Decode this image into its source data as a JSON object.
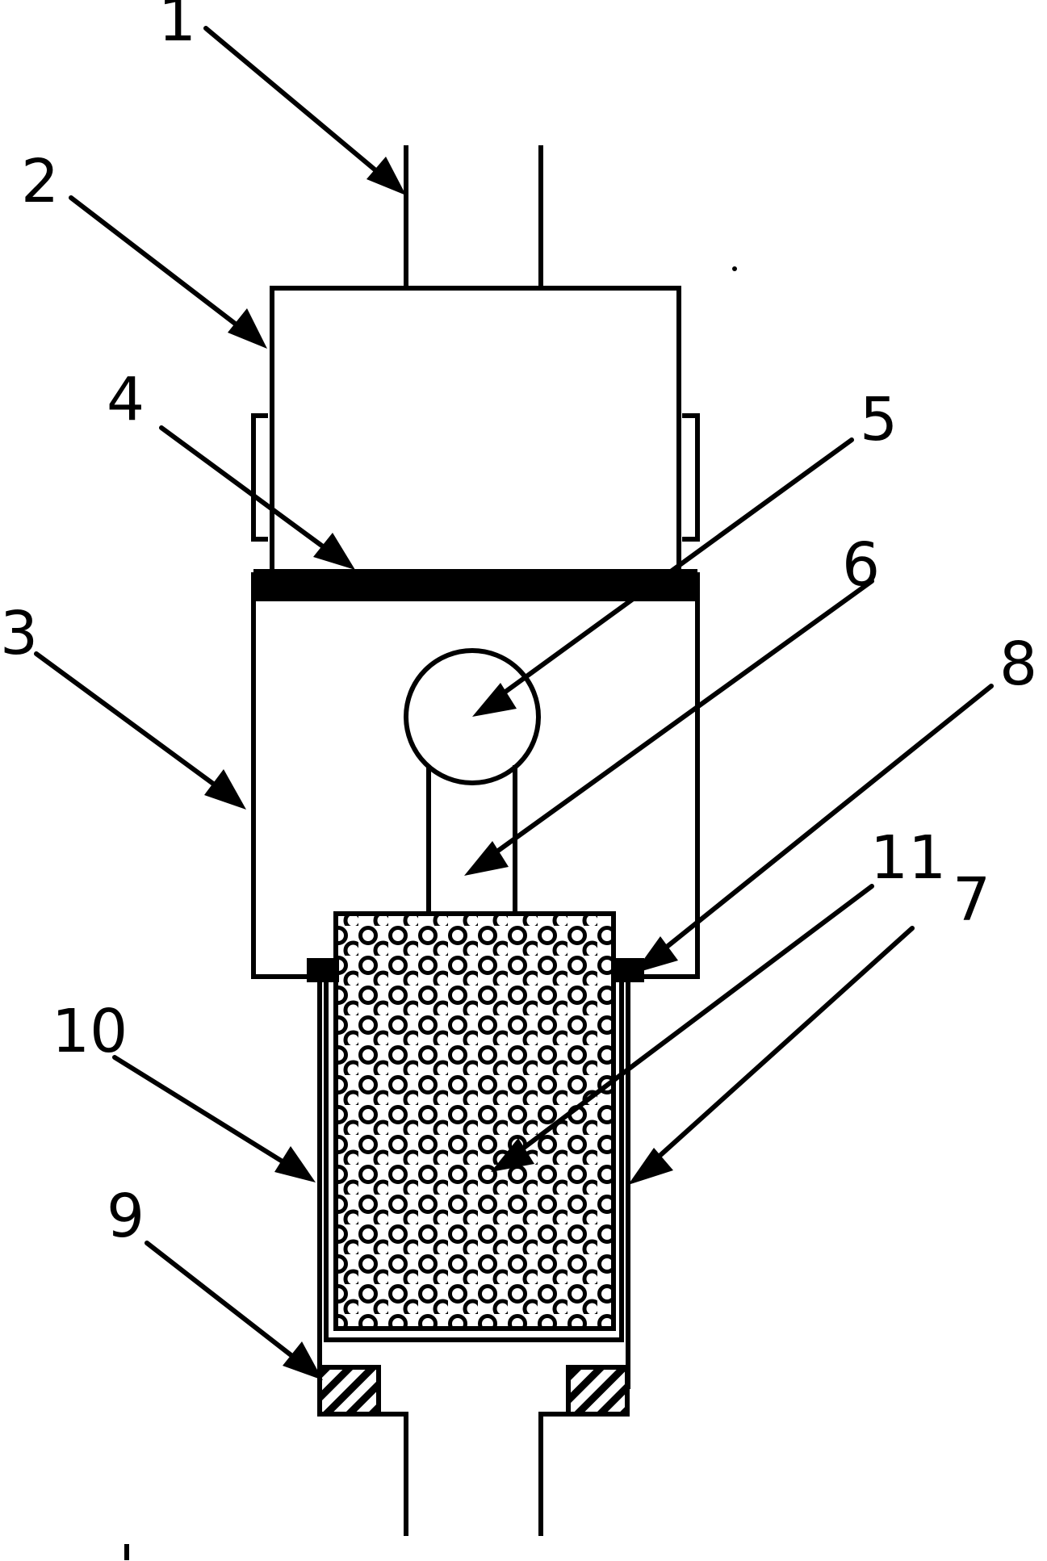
{
  "labels": {
    "l1": "1",
    "l2": "2",
    "l3": "3",
    "l4": "4",
    "l5": "5",
    "l6": "6",
    "l7": "7",
    "l8": "8",
    "l9": "9",
    "l10": "10",
    "l11": "11"
  },
  "colors": {
    "stroke": "#000000",
    "background": "#ffffff"
  }
}
